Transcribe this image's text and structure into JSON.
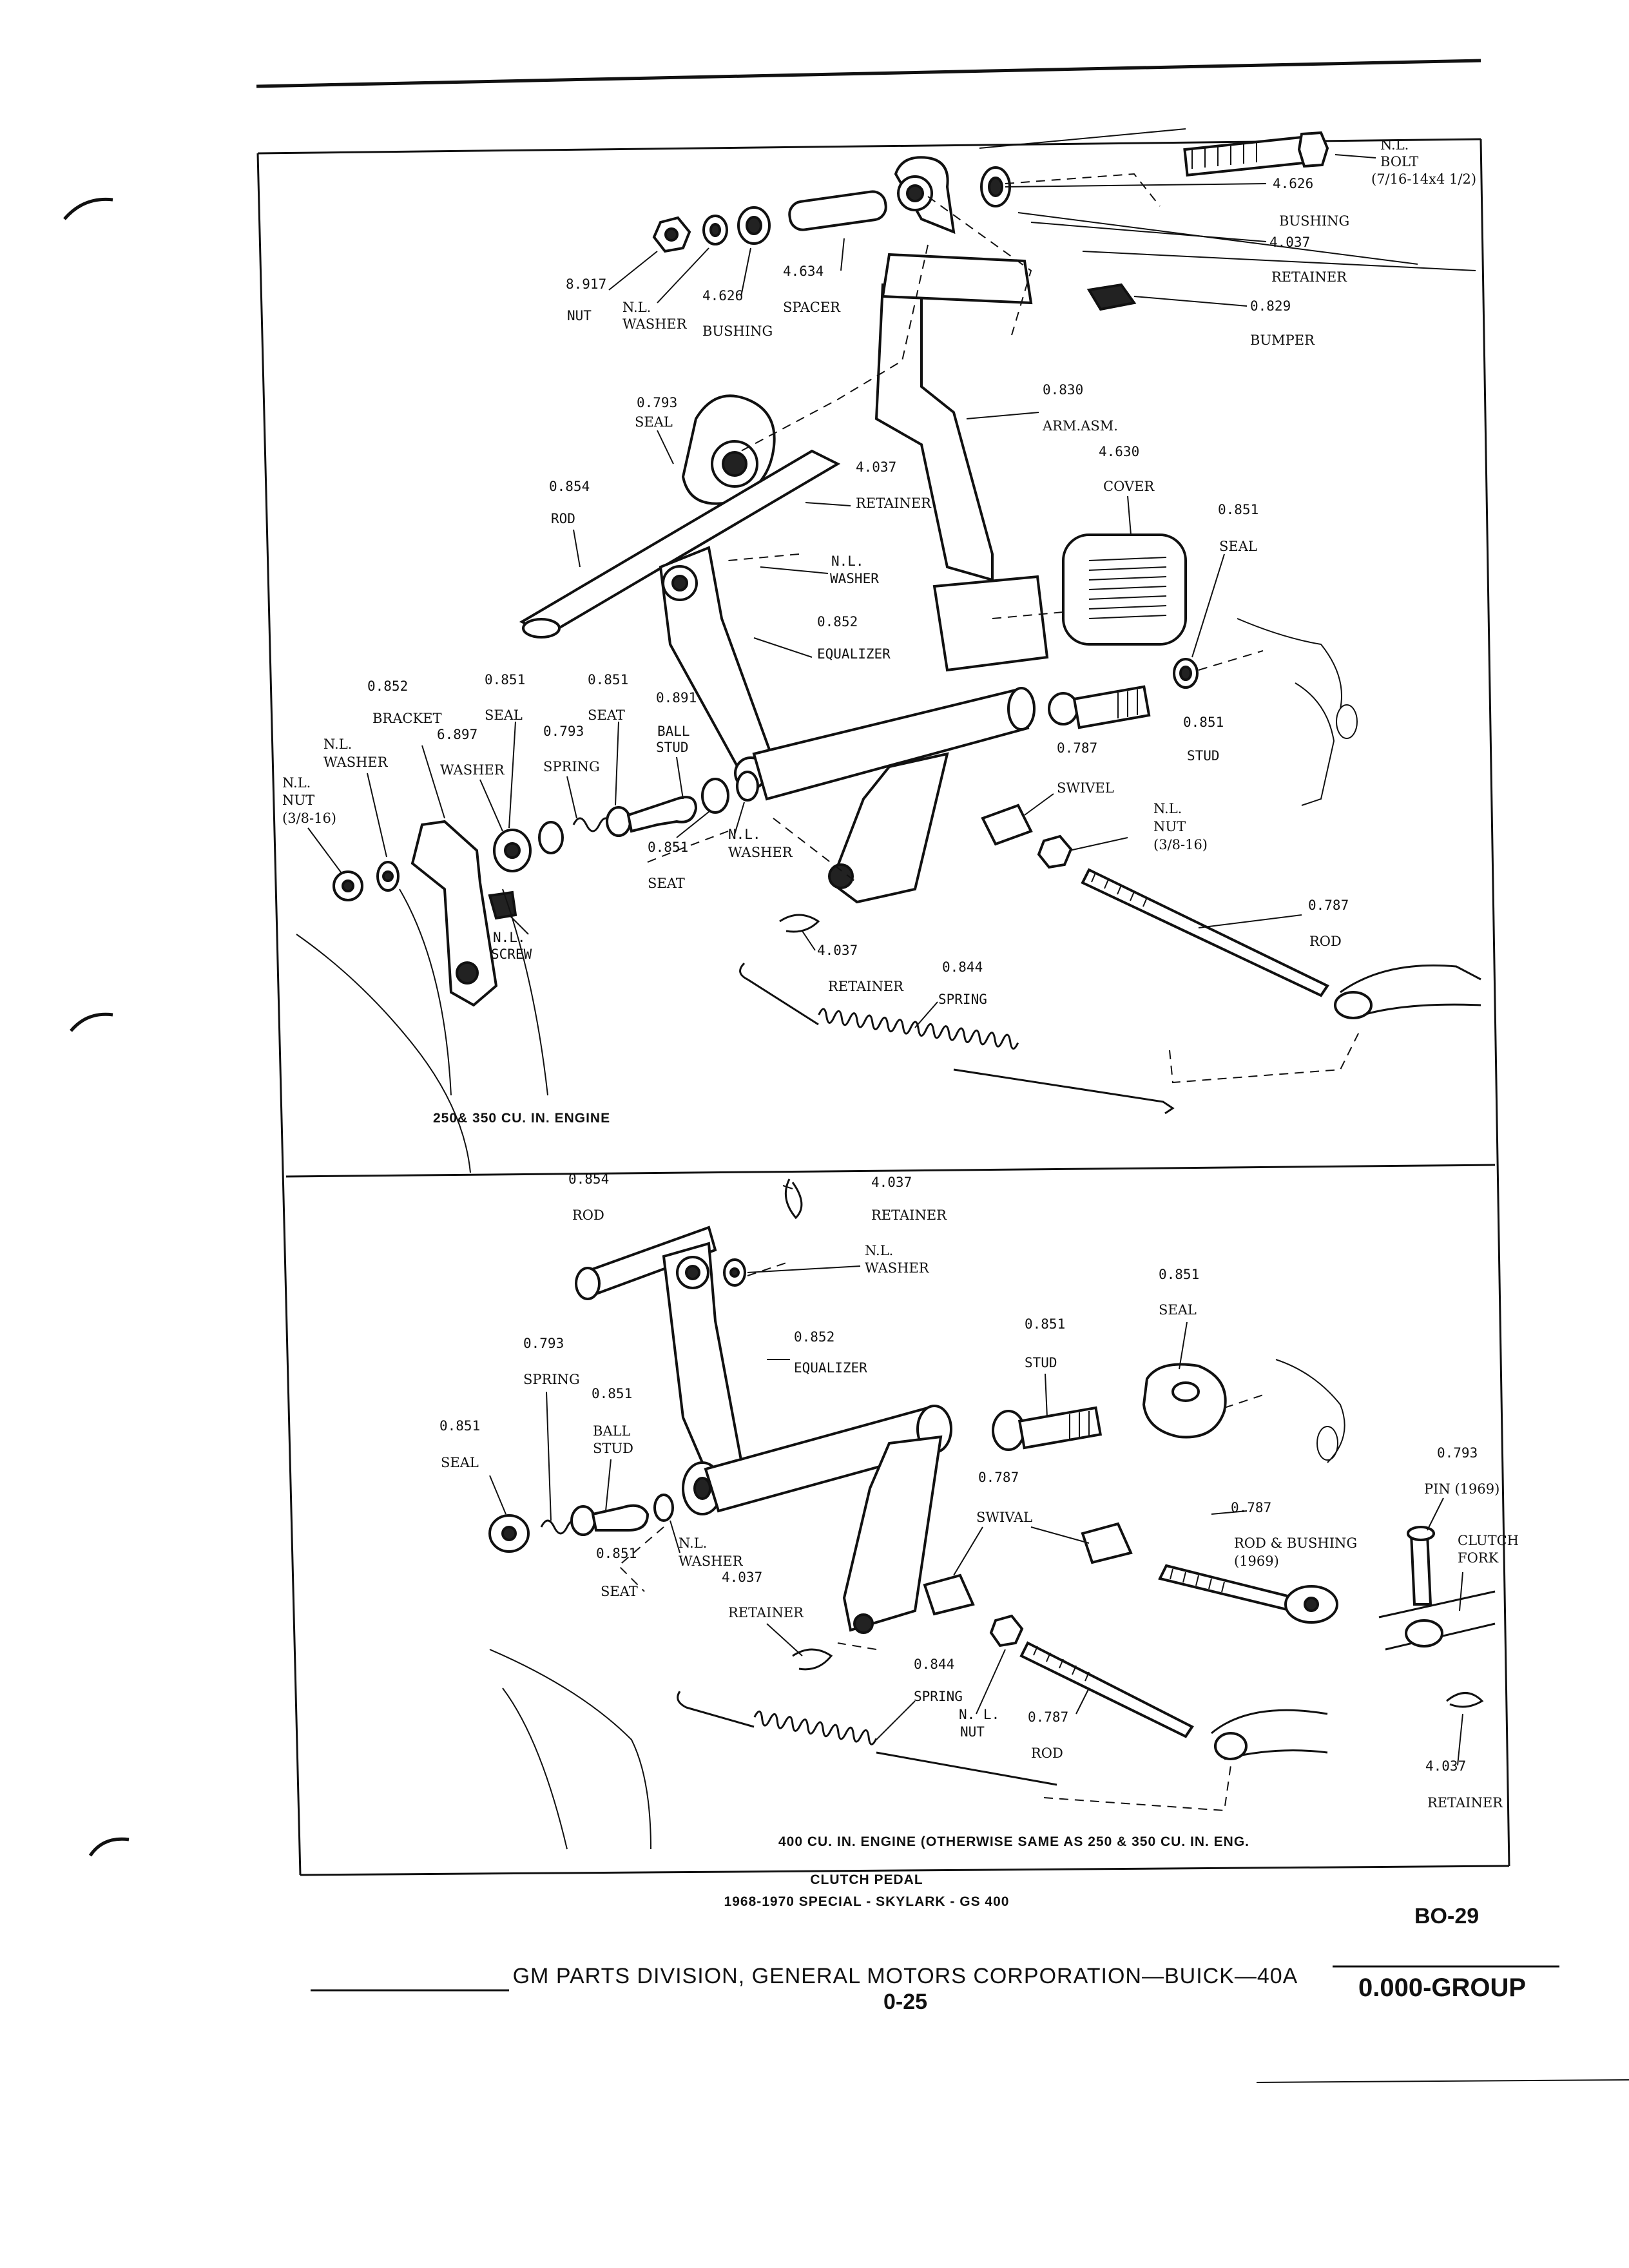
{
  "top_diagram": {
    "labels": {
      "bolt_code": "N.L.",
      "bolt_name": "BOLT",
      "bolt_size": "(7/16-14x4 1/2)",
      "bolt_num": "4.626",
      "bushing_r": "BUSHING",
      "bushing_r_num": "4.037",
      "retainer_top": "RETAINER",
      "bumper_num": "0.829",
      "bumper": "BUMPER",
      "nut_num": "8.917",
      "nut": "NUT",
      "nl_washer_code": "N.L.",
      "washer": "WASHER",
      "bushing_num": "4.626",
      "bushing": "BUSHING",
      "spacer_num": "4.634",
      "spacer": "SPACER",
      "arm_num": "0.830",
      "arm": "ARM.ASM.",
      "cover_num": "4.630",
      "cover": "COVER",
      "seal_tr_num": "0.851",
      "seal_tr": "SEAL",
      "seal_top_num": "0.793",
      "seal_top": "SEAL",
      "rod_num": "0.854",
      "rod": "ROD",
      "retainer_mid_num": "4.037",
      "retainer_mid": "RETAINER",
      "nl_washer2_code": "N.L.",
      "nl_washer2": "WASHER",
      "equalizer_num": "0.852",
      "equalizer": "EQUALIZER",
      "bracket_num": "0.852",
      "bracket": "BRACKET",
      "bracket_sub": "6.897",
      "seal_l_num": "0.851",
      "seal_l": "SEAL",
      "seat_num": "0.851",
      "seat": "SEAT",
      "nl_washer_l_code": "N.L.",
      "nl_washer_l": "WASHER",
      "washer_l": "WASHER",
      "spring_num": "0.793",
      "spring": "SPRING",
      "nl_nut_code": "N.L.",
      "nl_nut": "NUT",
      "nl_nut_size": "(3/8-16)",
      "ball_stud_num": "0.891",
      "ball_stud_a": "BALL",
      "ball_stud_b": "STUD",
      "seat2_num": "0.851",
      "seat2": "SEAT",
      "nl_washer3_code": "N.L.",
      "nl_washer3": "WASHER",
      "stud_num": "0.851",
      "stud": "STUD",
      "stud_sub": "0.787",
      "swivel": "SWIVEL",
      "nl_nut_r_code": "N.L.",
      "nl_nut_r": "NUT",
      "nl_nut_r_size": "(3/8-16)",
      "rod_r_num": "0.787",
      "rod_r": "ROD",
      "nl_screw_code": "N.L.",
      "nl_screw": "SCREW",
      "retainer_b_num": "4.037",
      "retainer_b": "RETAINER",
      "spring_b_num": "0.844",
      "spring_b": "SPRING"
    },
    "caption": "250& 350 CU. IN. ENGINE"
  },
  "bottom_diagram": {
    "labels": {
      "rod_num": "0.854",
      "rod": "ROD",
      "retainer_num": "4.037",
      "retainer": "RETAINER",
      "nl_washer_code": "N.L.",
      "nl_washer": "WASHER",
      "seal_r_num": "0.851",
      "seal_r": "SEAL",
      "stud_num": "0.851",
      "stud": "STUD",
      "equalizer_num": "0.852",
      "equalizer": "EQUALIZER",
      "spring_num": "0.793",
      "spring": "SPRING",
      "ball_stud_num": "0.851",
      "ball_stud_a": "BALL",
      "ball_stud_b": "STUD",
      "seal_l_num": "0.851",
      "seal_l": "SEAL",
      "seat_num": "0.851",
      "seat": "SEAT",
      "nl_washer2_code": "N.L.",
      "nl_washer2": "WASHER",
      "nl_washer2_num": "4.037",
      "stud_sub": "0.787",
      "swival": "SWIVAL",
      "rod_bushing_num": "0.787",
      "rod_bushing": "ROD & BUSHING",
      "rod_bushing_yr": "(1969)",
      "pin_num": "0.793",
      "pin": "PIN (1969)",
      "clutch_fork_a": "CLUTCH",
      "clutch_fork_b": "FORK",
      "retainer_l": "RETAINER",
      "spring_b_num": "0.844",
      "spring_b": "SPRING",
      "nl_nut_code": "N. L.",
      "nl_nut": "NUT",
      "rod_b_num": "0.787",
      "rod_b": "ROD",
      "retainer_r_num": "4.037",
      "retainer_r": "RETAINER"
    },
    "caption": "400 CU. IN. ENGINE   (OTHERWISE SAME AS  250 & 350 CU. IN. ENG."
  },
  "page": {
    "title": "CLUTCH PEDAL",
    "subtitle": "1968-1970 SPECIAL - SKYLARK - GS 400",
    "page_code": "BO-29",
    "footer": "GM PARTS DIVISION, GENERAL MOTORS CORPORATION—BUICK—40A",
    "page_num": "0-25",
    "group": "0.000-GROUP"
  }
}
